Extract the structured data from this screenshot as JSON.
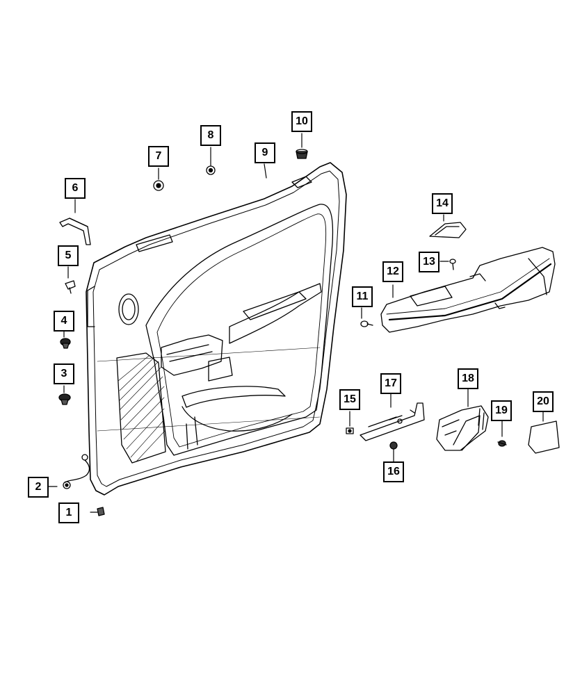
{
  "diagram": {
    "callouts": [
      {
        "id": "callout-1",
        "number": "1"
      },
      {
        "id": "callout-2",
        "number": "2"
      },
      {
        "id": "callout-3",
        "number": "3"
      },
      {
        "id": "callout-4",
        "number": "4"
      },
      {
        "id": "callout-5",
        "number": "5"
      },
      {
        "id": "callout-6",
        "number": "6"
      },
      {
        "id": "callout-7",
        "number": "7"
      },
      {
        "id": "callout-8",
        "number": "8"
      },
      {
        "id": "callout-9",
        "number": "9"
      },
      {
        "id": "callout-10",
        "number": "10"
      },
      {
        "id": "callout-11",
        "number": "11"
      },
      {
        "id": "callout-12",
        "number": "12"
      },
      {
        "id": "callout-13",
        "number": "13"
      },
      {
        "id": "callout-14",
        "number": "14"
      },
      {
        "id": "callout-15",
        "number": "15"
      },
      {
        "id": "callout-16",
        "number": "16"
      },
      {
        "id": "callout-17",
        "number": "17"
      },
      {
        "id": "callout-18",
        "number": "18"
      },
      {
        "id": "callout-19",
        "number": "19"
      },
      {
        "id": "callout-20",
        "number": "20"
      }
    ]
  }
}
